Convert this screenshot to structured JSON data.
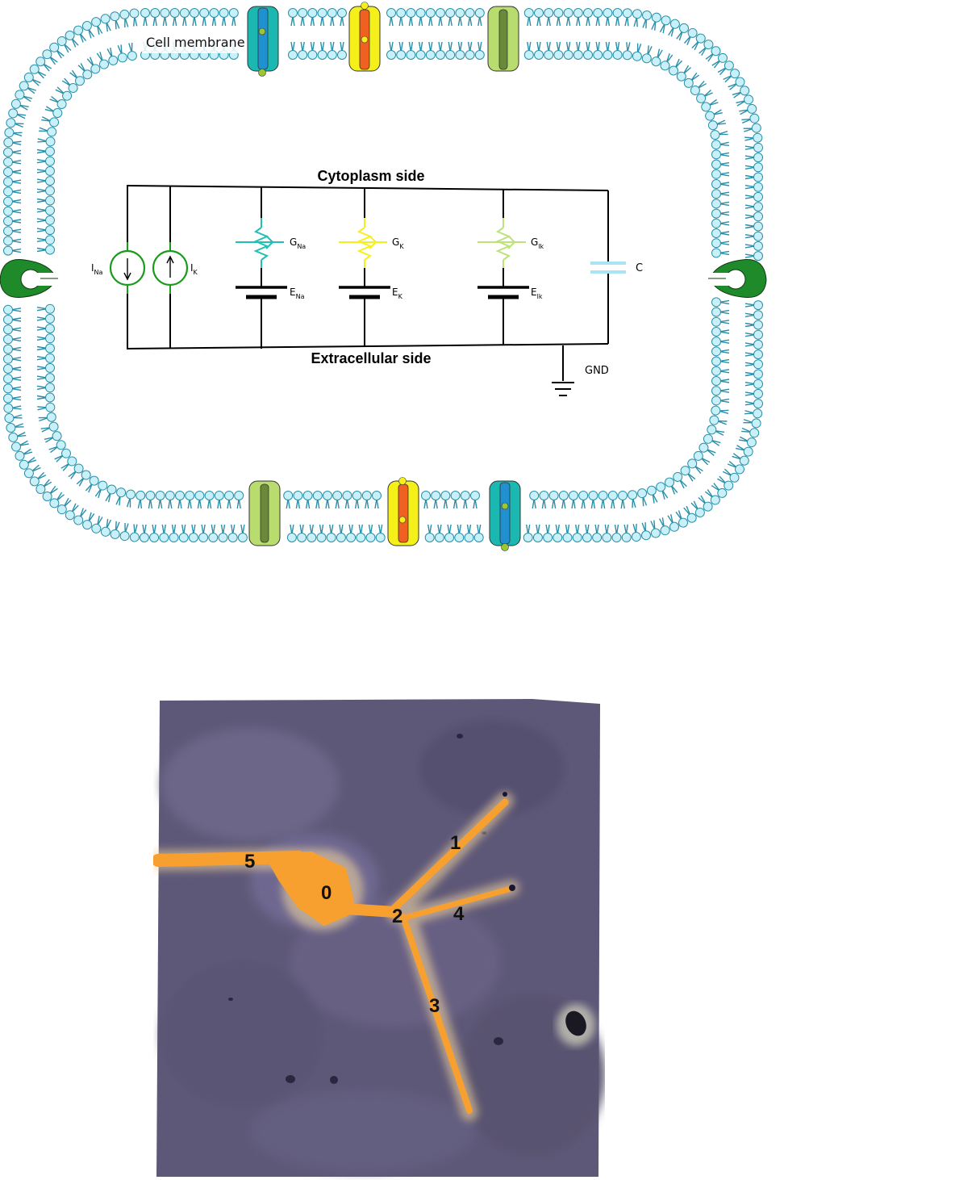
{
  "membrane": {
    "label": "Cell membrane",
    "colors": {
      "head": "#c8f0f8",
      "head_stroke": "#2a8fa8",
      "tail": "#2a8fa8"
    }
  },
  "channels": {
    "sodium_color": "#1ab8b0",
    "potassium_color": "#f5ef1a",
    "leak_color": "#b8dc6e",
    "receptor_color": "#1f8a2a"
  },
  "circuit": {
    "top_label": "Cytoplasm side",
    "bottom_label": "Extracellular side",
    "current_sources": [
      {
        "symbol": "I",
        "sub": "Na"
      },
      {
        "symbol": "I",
        "sub": "K"
      }
    ],
    "branches": [
      {
        "g_symbol": "G",
        "g_sub": "Na",
        "e_symbol": "E",
        "e_sub": "Na",
        "color": "#20c0b4"
      },
      {
        "g_symbol": "G",
        "g_sub": "K",
        "e_symbol": "E",
        "e_sub": "K",
        "color": "#f4f020"
      },
      {
        "g_symbol": "G",
        "g_sub": "lk",
        "e_symbol": "E",
        "e_sub": "lk",
        "color": "#bde27a"
      }
    ],
    "capacitor_label": "C",
    "capacitor_color": "#a8e4f4",
    "ground_label": "GND"
  },
  "neuron_image": {
    "segment_color": "#f7a030",
    "background_color": "#5e5878",
    "segments": [
      {
        "id": "0"
      },
      {
        "id": "1"
      },
      {
        "id": "2"
      },
      {
        "id": "3"
      },
      {
        "id": "4"
      },
      {
        "id": "5"
      }
    ]
  }
}
